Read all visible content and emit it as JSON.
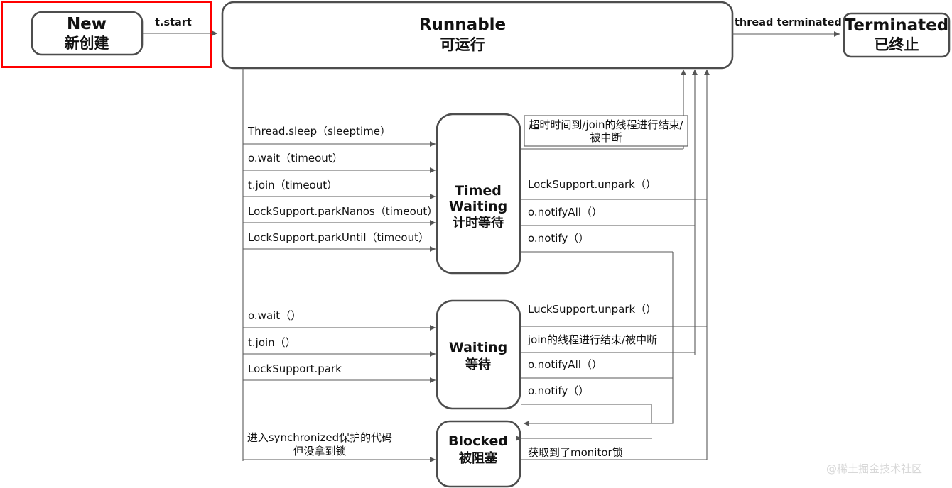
{
  "diagram": {
    "title": "Java Thread State Transition Diagram",
    "watermark": "@稀土掘金技术社区",
    "colors": {
      "box_stroke": "#4d4d4d",
      "highlight": "#ff0000",
      "line": "#5a5a5a",
      "text": "#111111",
      "background": "#ffffff"
    },
    "states": [
      {
        "id": "new",
        "en": "New",
        "cn": "新创建"
      },
      {
        "id": "runnable",
        "en": "Runnable",
        "cn": "可运行"
      },
      {
        "id": "terminated",
        "en": "Terminated",
        "cn": "已终止"
      },
      {
        "id": "timed_waiting",
        "en_line1": "Timed",
        "en_line2": "Waiting",
        "cn": "计时等待"
      },
      {
        "id": "waiting",
        "en": "Waiting",
        "cn": "等待"
      },
      {
        "id": "blocked",
        "en": "Blocked",
        "cn": "被阻塞"
      }
    ],
    "top_transitions": [
      {
        "id": "start",
        "label": "t.start",
        "from": "new",
        "to": "runnable"
      },
      {
        "id": "terminate",
        "label": "thread terminated",
        "from": "runnable",
        "to": "terminated"
      }
    ],
    "timed_waiting_in": [
      "Thread.sleep（sleeptime）",
      "o.wait（timeout）",
      "t.join（timeout）",
      "LockSupport.parkNanos（timeout）",
      "LockSupport.parkUntil（timeout）"
    ],
    "timed_waiting_out": [
      {
        "line1": "超时时间到/join的线程进行结束/",
        "line2": "被中断"
      },
      {
        "line1": "LockSupport.unpark（）"
      },
      {
        "line1": "o.notifyAll（）"
      },
      {
        "line1": "o.notify（）"
      }
    ],
    "waiting_in": [
      "o.wait（）",
      "t.join（）",
      "LockSupport.park"
    ],
    "waiting_out": [
      {
        "line1": "LuckSupport.unpark（）"
      },
      {
        "line1": "join的线程进行结束/被中断"
      },
      {
        "line1": "o.notifyAll（）"
      },
      {
        "line1": "o.notify（）"
      }
    ],
    "blocked_in": {
      "line1": "进入synchronized保护的代码",
      "line2": "但没拿到锁"
    },
    "blocked_out": {
      "line1": "获取到了monitor锁"
    }
  }
}
